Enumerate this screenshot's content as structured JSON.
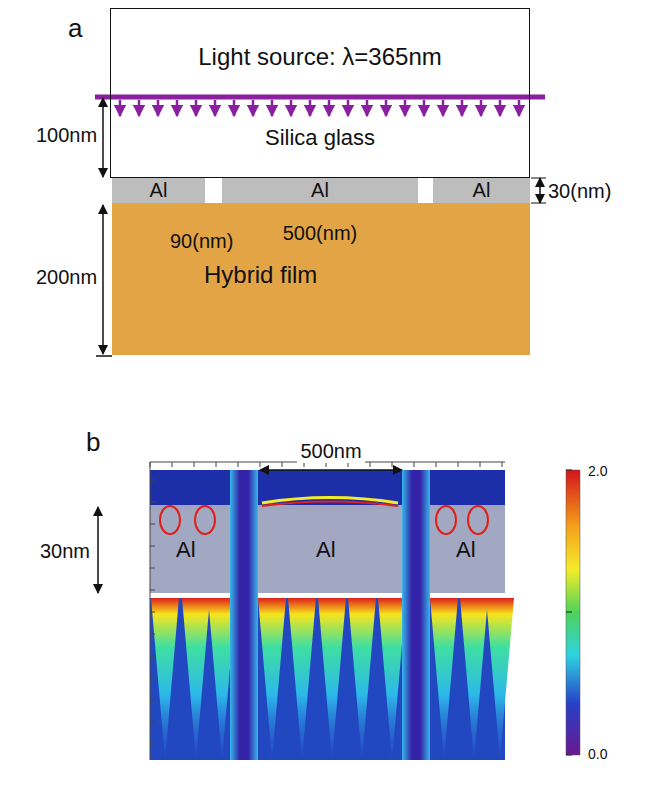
{
  "diagram": {
    "nodes": [
      {
        "text": [
          "Light source: λ=365nm",
          "Silica glass"
        ]
      },
      {
        "text": [
          "Al"
        ]
      },
      {
        "text": [
          "Al"
        ]
      },
      {
        "text": [
          "Al"
        ]
      },
      {
        "text": [
          "Hybrid film"
        ]
      }
    ],
    "labels": [
      "a",
      "100nm",
      "30(nm)",
      "90(nm)",
      "500(nm)",
      "200nm",
      "b",
      "500nm",
      "30nm",
      "Al",
      "Al",
      "Al",
      "2.0",
      "0.0"
    ]
  }
}
